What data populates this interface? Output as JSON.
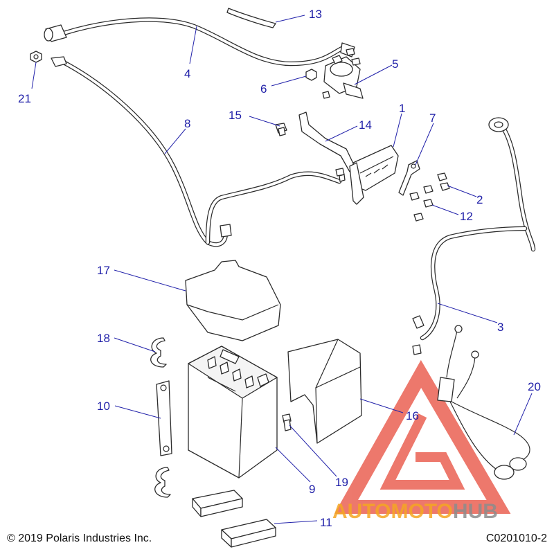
{
  "copyright": "© 2019 Polaris Industries Inc.",
  "diagram_code": "C0201010-2",
  "watermark": {
    "word_part1": "AUTOMOTO",
    "word_part2": "HUB",
    "color_part1": "#f5a623",
    "color_part2": "#8c8c8c",
    "logo_color": "#e74c3c"
  },
  "callout_color": "#1f1fa8",
  "callouts": {
    "c1": "1",
    "c2": "2",
    "c3": "3",
    "c4": "4",
    "c5": "5",
    "c6": "6",
    "c7": "7",
    "c8": "8",
    "c9": "9",
    "c10": "10",
    "c11": "11",
    "c12": "12",
    "c13": "13",
    "c14": "14",
    "c15": "15",
    "c16": "16",
    "c17": "17",
    "c18": "18",
    "c19": "19",
    "c20": "20",
    "c21": "21"
  }
}
